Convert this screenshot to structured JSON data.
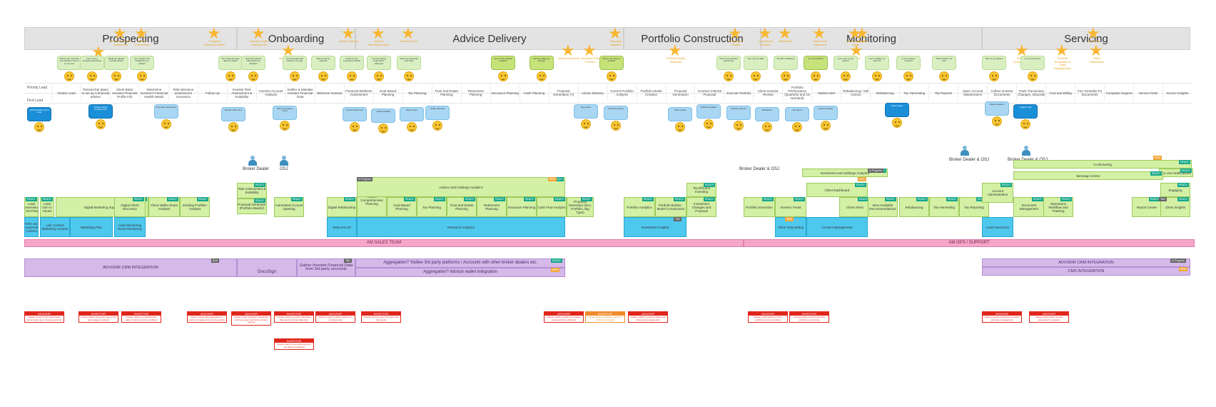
{
  "phases": [
    {
      "label": "Prospecting"
    },
    {
      "label": "Onboarding"
    },
    {
      "label": "Advice Delivery"
    },
    {
      "label": "Portfolio Construction"
    },
    {
      "label": "Monitoring"
    },
    {
      "label": "Servicing"
    }
  ],
  "rows": {
    "priority": "Priority Lead",
    "first": "First Lead"
  },
  "columns": [
    "Cluster Lead",
    "Researcher plans to set up a financial adviser",
    "Client Basic Investor Financial Profile Info",
    "Determine investor's Financial Health Needs",
    "Risk tolerance assessment Scenarios",
    "Follow Up",
    "Investor Risk Assessment & Suitability",
    "Investor Account Analysis",
    "Gather & Maintain Investor Financial Data",
    "Welcome Investor",
    "Financial Wellness Assessment",
    "Goal Based Planning",
    "Tax Planning",
    "Trust and Estate Planning",
    "Retirement Planning",
    "Insurance Planning",
    "Cash Planning",
    "Proposal Generation (?)",
    "Advice Delivery",
    "Current Portfolio Analysis",
    "Portfolio Model Creation",
    "Proposal Generation",
    "Conduct Internal Proposal",
    "Execute Portfolio",
    "Client Investor Review",
    "Portfolio Performance (Quarterly and On Demand)",
    "Market Alert",
    "Rebalancing / Sell Actions",
    "Rebalancing",
    "Tax Harvesting",
    "Tax Reports",
    "Open Account Maintenance",
    "Collect Investor Documents",
    "Track Transaction Changes, Deposits",
    "Cost and Billing",
    "Fee Schedule for Documents",
    "Complaint Support",
    "Service Desk",
    "Invoice Insights"
  ],
  "stars": [
    {
      "label": "Prospect Events Awareness"
    },
    {
      "label": "Event Adviser Engaged"
    },
    {
      "label": "Adviser Connection"
    },
    {
      "label": "Prospect Becomes Client"
    },
    {
      "label": "Investor Profile Change Info"
    },
    {
      "label": "Investor Signing"
    },
    {
      "label": "Advice Delivery"
    },
    {
      "label": "Adviser Develops Advice"
    },
    {
      "label": "Meets Advice"
    },
    {
      "label": "Advice Delivered"
    },
    {
      "label": "Resolves Risk Concern"
    },
    {
      "label": "Proposal Adoption"
    },
    {
      "label": "Portfolio Model Selection"
    },
    {
      "label": "Rebalance Trades"
    },
    {
      "label": "Investment Review"
    },
    {
      "label": "Client Gets Statement"
    },
    {
      "label": "Client Request Alerts"
    },
    {
      "label": "Servicing"
    },
    {
      "label": "Servicing Request Done"
    },
    {
      "label": "Problem Resolution & Case Management"
    },
    {
      "label": "Client Satisfaction"
    },
    {
      "label": "Rebalance"
    },
    {
      "label": "Goal"
    },
    {
      "label": "Analytics"
    }
  ],
  "bubbles": [
    "Where can I find the next adviser? Give it to me next",
    "Can I find a professional adviser",
    "Would an adviser provide advice",
    "Am I ready to be profiled by my adviser",
    "Do I have the right data for advice",
    "Does the adviser understand my situation",
    "Are the goals well suited to my plan",
    "Will my tax be lowered",
    "I'd like to see investment details",
    "Can the advice proposal be delivered",
    "Does my proposal look right",
    "How is the portfolio updated",
    "Did the trades go through",
    "Where do I find my portfolio",
    "How is my portfolio performing",
    "Can I get an alert",
    "Should I rebalance",
    "Am I tax efficient",
    "Can I get my tax reports",
    "Can I update my account",
    "Is my problem resolved",
    "What should I do next",
    "Who is my advisor",
    "Is my info secure"
  ],
  "blue_bubbles": [
    "Adviser finds time to meet",
    "Adviser seeks prospect info",
    "How will meet advice",
    "Adviser calls client",
    "Client completes forms",
    "Investor data form",
    "LIFE IS HARD",
    "Risk review",
    "Goals captured",
    "Tax review",
    "Proposal review",
    "Trade review",
    "Portfolio updates",
    "Adviser reviews",
    "Rebalance",
    "Tax report",
    "Account update",
    "Docs review",
    "Case resolution",
    "Support call"
  ],
  "personas": [
    {
      "label": "Broker Dealer"
    },
    {
      "label": "OSJ"
    },
    {
      "label": "Broker Dealer & OSJ"
    },
    {
      "label": "Broker Dealer & OSJ"
    },
    {
      "label": "Broker Dealer & OSJ"
    }
  ],
  "bands": {
    "sales": "AM SALES TEAM",
    "ops": "AM OPS / SUPPORT",
    "crm_left": "ADVISOR CRM INTEGRATION",
    "docusign": "DocuSign",
    "gather": "Gather Investor Financial Data from 3rd party accounts",
    "aggregation": "Aggregation? Yodlee 3rd party platforms / Accounts with other broker dealers etc.",
    "aggregation2": "Aggregation? Advisor wallet integration",
    "crm_right": "ADVISOR CRM INTEGRATION",
    "cms": "CMS INTEGRATION"
  },
  "green_boxes": [
    "Lead Generation / 3rd Party",
    "Lead Gen In House",
    "Digital Marketing Support",
    "Digital Client Discovery",
    "Client Wallet Share Analysis",
    "Existing Portfolio Analysis",
    "Risk Assessment & Suitability",
    "Proposal Generator (Portfolio Builder)",
    "Automated Account Opening",
    "Digital Relationship",
    "Holistic Comprehensive Planning",
    "Goal Based Planning",
    "Tax Planning",
    "Trust and Estate Planning",
    "Retirement Planning",
    "Insurance Planning",
    "Cash Flow Analysis",
    "Proposal Generator (Doc, Portfolio, Big Type)",
    "Portfolio Analytics",
    "Portfolio Builder - Model Construction",
    "Investment Changes and Proposal",
    "Tax Efficient Investing",
    "Portfolio Execution",
    "Investor Portal",
    "Client Dashboard",
    "Client Alerts",
    "Best Available Recommendations",
    "Rebalancing",
    "Tax Harvesting",
    "Tax Reporting",
    "Account Administration",
    "Document Management",
    "Operations Workflow and Tracking",
    "Report Center",
    "Client Insights",
    "Advisor and Holdings Analytics",
    "Investment and Holdings Analytics",
    "Go Live Notifications",
    "Message Center",
    "Engaging",
    "Co-Browsing"
  ],
  "cyan_boxes": [
    "Refer and Prospecting Content",
    "Link Content Marketing Content",
    "Marketing Plan",
    "Lead Monitoring Event Monitoring",
    "Welcome Kit",
    "Research Analytics",
    "Investment Insights",
    "Client Onboarding",
    "Content Management",
    "Lead Interaction"
  ],
  "tags": {
    "ready": "READY",
    "new": "NEW",
    "progress": "In Progress",
    "built": "Built",
    "tbd": "TBD"
  },
  "red_boxes": [
    {
      "type": "ADVISOR",
      "text": "Adviser needs to find clients faster and a better way to find prospect info"
    },
    {
      "type": "INVESTOR",
      "text": "Investor wants convenient way to find and engage an adviser"
    },
    {
      "type": "INVESTOR",
      "text": "Investor wants to understand the value of advice and feel confident"
    },
    {
      "type": "ADVISOR",
      "text": "Adviser needs data aggregation to build a complete client picture quickly"
    },
    {
      "type": "ADVISOR",
      "text": "Adviser wants simplified onboarding with less paper and faster account opening"
    },
    {
      "type": "INVESTOR",
      "text": "Investor wants a simple onboarding that requires limited data input"
    },
    {
      "type": "ADVISOR",
      "text": "Adviser needs to deliver advice in a compliant way"
    },
    {
      "type": "INVESTOR",
      "text": "Investor wants to see how advice fits their goals"
    },
    {
      "type": "INVESTOR",
      "text": "Investor wants to see all accounts in one place for planning"
    },
    {
      "type": "ADVISOR",
      "text": "Adviser needs to build and manage model portfolios efficiently"
    },
    {
      "type": "INVESTOR",
      "text": "Investor wants a portfolio matched to their risk and goals"
    },
    {
      "type": "ADVISOR",
      "text": "Adviser wants to execute trades and track proposal approvals"
    },
    {
      "type": "ADVISOR",
      "text": "Adviser needs alerts on client portfolios to act proactively"
    },
    {
      "type": "INVESTOR",
      "text": "Investor wants to know how their portfolio is performing"
    },
    {
      "type": "ADVISOR",
      "text": "Adviser needs streamlined servicing and case management"
    },
    {
      "type": "ADVISOR",
      "text": "Adviser wants fewer manual processes for requests"
    }
  ]
}
